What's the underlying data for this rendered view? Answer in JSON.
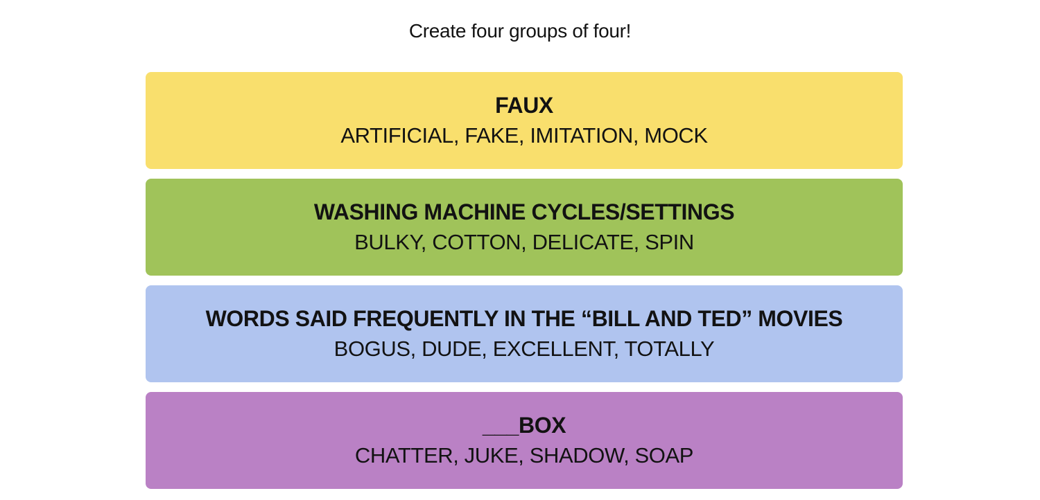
{
  "prompt": "Create four groups of four!",
  "groups": [
    {
      "title": "FAUX",
      "members": "ARTIFICIAL, FAKE, IMITATION, MOCK",
      "color": "#f9df6d"
    },
    {
      "title": "WASHING MACHINE CYCLES/SETTINGS",
      "members": "BULKY, COTTON, DELICATE, SPIN",
      "color": "#a0c35a"
    },
    {
      "title": "WORDS SAID FREQUENTLY IN THE “BILL AND TED” MOVIES",
      "members": "BOGUS, DUDE, EXCELLENT, TOTALLY",
      "color": "#b0c4ef"
    },
    {
      "title": "___BOX",
      "members": "CHATTER, JUKE, SHADOW, SOAP",
      "color": "#ba81c5"
    }
  ]
}
